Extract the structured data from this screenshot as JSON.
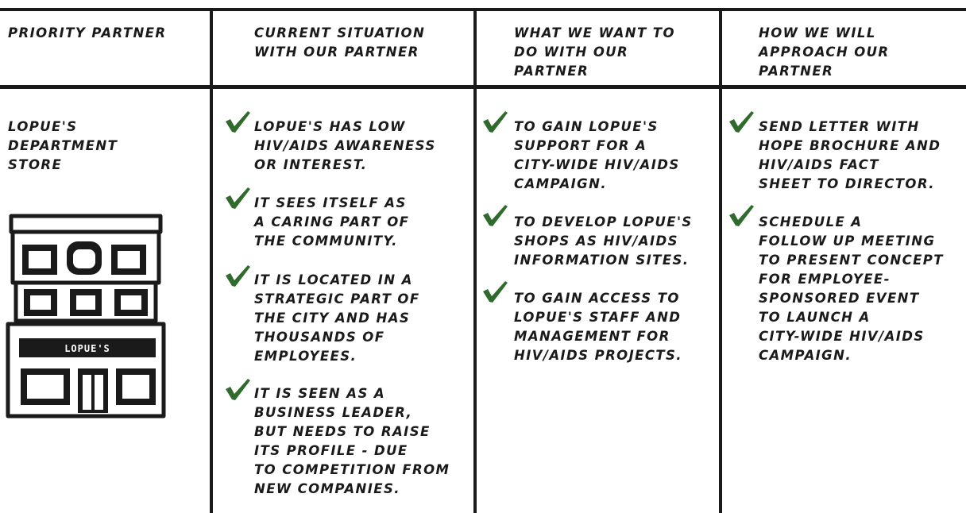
{
  "table": {
    "headers": [
      "Priority partner",
      "Current situation\nwith our partner",
      "What we want to\ndo with our\npartner",
      "How we will\napproach our\npartner"
    ],
    "partner": {
      "name": "Lopue's\ndepartment\nstore",
      "sign_text": "LOPUE'S"
    },
    "columns": {
      "current": [
        "Lopue's has low\nHIV/AIDS awareness\nor interest.",
        "It sees itself as\na caring part of\nthe community.",
        "It is located in a\nstrategic part of\nthe city and has\nthousands of\nemployees.",
        "It is seen as a\nbusiness leader,\nbut needs to raise\nits profile - due\nto competition from\nnew companies."
      ],
      "want": [
        "To gain Lopue's\nsupport for a\ncity-wide HIV/AIDS\ncampaign.",
        "To develop Lopue's\nshops as HIV/AIDS\ninformation sites.",
        "To gain access to\nLopue's staff and\nmanagement for\nHIV/AIDS projects."
      ],
      "approach": [
        "Send letter with\nHope brochure and\nHIV/AIDS fact\nsheet to director.",
        "Schedule a\nfollow up meeting\nto present concept\nfor employee-\nsponsored event\nto launch a\ncity-wide HIV/AIDS\ncampaign."
      ]
    }
  },
  "colors": {
    "check": "#2f6b2c",
    "ink": "#1a1a1a"
  },
  "icons": {
    "check": "check-icon",
    "building": "department-store-building-icon"
  }
}
